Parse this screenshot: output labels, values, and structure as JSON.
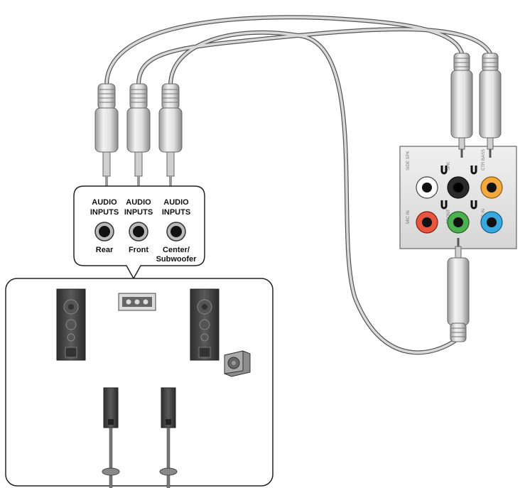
{
  "audio_box": {
    "inputs": [
      {
        "line1": "AUDIO",
        "line2": "INPUTS",
        "name1": "Rear",
        "name2": ""
      },
      {
        "line1": "AUDIO",
        "line2": "INPUTS",
        "name1": "Front",
        "name2": ""
      },
      {
        "line1": "AUDIO",
        "line2": "INPUTS",
        "name1": "Center/",
        "name2": "Subwoofer"
      }
    ]
  },
  "io_panel": {
    "top_labels": [
      "SIDE SPK",
      "SPK",
      "CTR BASS"
    ],
    "bottom_labels": [
      "MIC IN",
      "FRONT",
      "LINE IN"
    ],
    "jack_colors": [
      "#ffffff",
      "#2a2a2a",
      "#f3a93b",
      "#e8553f",
      "#4caf50",
      "#3aa8e0"
    ]
  },
  "colors": {
    "cable": "#d9d9d9",
    "cable_outline": "#555555",
    "panel": "#e6e6e6",
    "speaker": "#444444"
  }
}
